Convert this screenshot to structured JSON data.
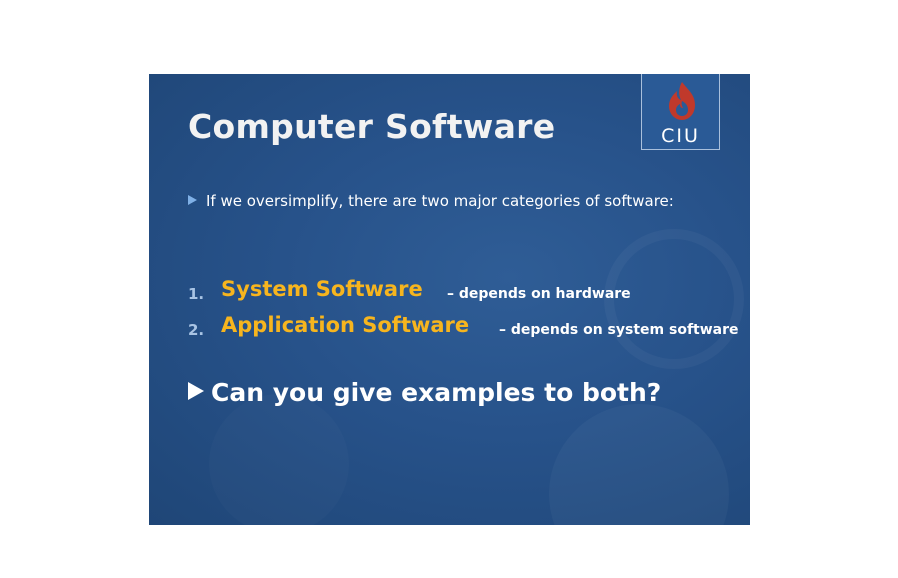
{
  "slide": {
    "title": "Computer Software",
    "logo": {
      "text": "CIU",
      "icon": "ciu-flame-logo",
      "colors": {
        "flame": "#c0392b",
        "background": "#2a5a96"
      }
    },
    "intro_bullet": "If we oversimplify, there are two major categories of software:",
    "list": [
      {
        "number": "1.",
        "term": "System Software",
        "description": "– depends on hardware"
      },
      {
        "number": "2.",
        "term": "Application Software",
        "description": "– depends on system software"
      }
    ],
    "question": "Can you give examples to both?",
    "colors": {
      "accent": "#f7b51e",
      "background": "#27528a",
      "text": "#ffffff"
    }
  }
}
